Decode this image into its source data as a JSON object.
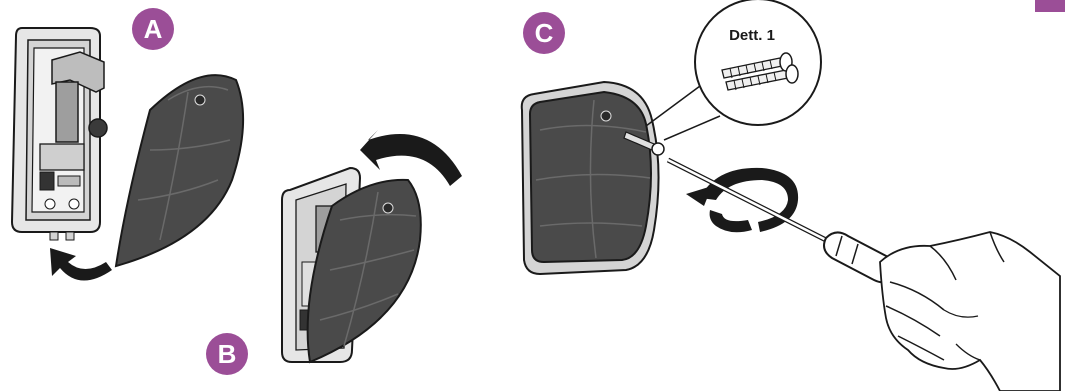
{
  "steps": [
    {
      "letter": "A"
    },
    {
      "letter": "B"
    },
    {
      "letter": "C"
    }
  ],
  "detail": {
    "label": "Dett. 1"
  },
  "colors": {
    "accent": "#9b4e97",
    "cover": "#4a4a4a",
    "cover_highlight": "#5c5c5c",
    "housing": "#d4d4d4",
    "outline": "#1a1a1a"
  },
  "icons": [
    "screw-icon",
    "screwdriver-icon",
    "hand-icon",
    "rotation-arrow-icon"
  ]
}
